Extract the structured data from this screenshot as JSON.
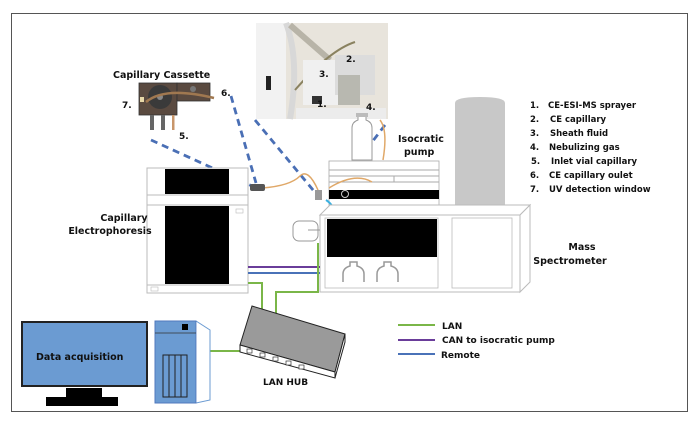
{
  "labels": {
    "capillary_cassette": "Capillary Cassette",
    "capillary_electrophoresis_line1": "Capillary",
    "capillary_electrophoresis_line2": "Electrophoresis",
    "isocratic_pump_line1": "Isocratic",
    "isocratic_pump_line2": "pump",
    "mass_spec_line1": "Mass",
    "mass_spec_line2": "Spectrometer",
    "data_acquisition": "Data acquisition",
    "lan_hub": "LAN HUB"
  },
  "photo_markers": [
    "1.",
    "2.",
    "3.",
    "4."
  ],
  "cassette_markers": {
    "m5": "5.",
    "m6": "6.",
    "m7": "7."
  },
  "component_list": [
    {
      "num": "1.",
      "text": "CE-ESI-MS sprayer"
    },
    {
      "num": "2.",
      "text": "CE capillary"
    },
    {
      "num": "3.",
      "text": "Sheath fluid"
    },
    {
      "num": "4.",
      "text": "Nebulizing gas"
    },
    {
      "num": "5.",
      "text": "Inlet vial capillary"
    },
    {
      "num": "6.",
      "text": "CE capillary oulet"
    },
    {
      "num": "7.",
      "text": "UV detection window"
    }
  ],
  "legend": [
    {
      "label": "LAN",
      "color": "#7ab648"
    },
    {
      "label": "CAN to isocratic pump",
      "color": "#6a3d9a"
    },
    {
      "label": "Remote",
      "color": "#4a72b8"
    }
  ],
  "colors": {
    "lan": "#7ab648",
    "can": "#6a3d9a",
    "remote": "#4a72b8",
    "dashed_link": "#4a6fb5",
    "capillary_tube": "#e0a868",
    "computer_blue": "#6b9bd2",
    "ms_cylinder": "#c8c8c8",
    "hub_gray": "#9a9a9a"
  }
}
